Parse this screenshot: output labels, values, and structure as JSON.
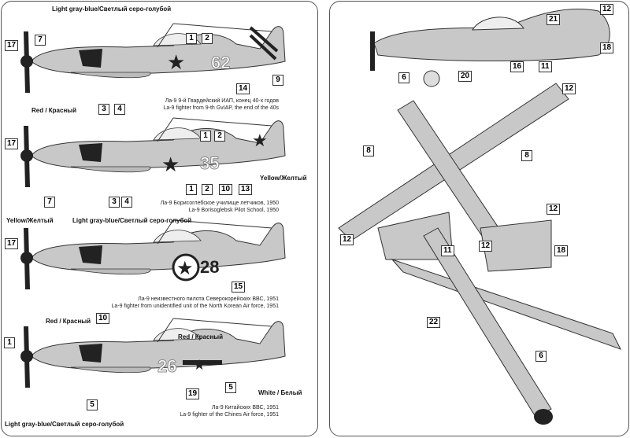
{
  "profiles": [
    {
      "caption_ru": "Ла-9 9-й Гвардейский ИАП, конец 40-х годов",
      "caption_en": "La-9 fighter from 9-th GvIAP, the end of the 40s",
      "marking": "62",
      "colors": {
        "top": "Light gray-blue/Светлый серо-голубой",
        "bottom": "Red / Красный"
      },
      "callouts": [
        "7",
        "17",
        "1",
        "2",
        "3",
        "4",
        "14",
        "9"
      ]
    },
    {
      "caption_ru": "Ла-9 Борисоглебское училище летчиков, 1950",
      "caption_en": "La-9 Borisoglebsk Pilot School, 1950",
      "marking": "35",
      "colors": {
        "right": "Yellow/Желтый",
        "left": "Yellow/Желтый",
        "bottom": "Light gray-blue/Светлый серо-голубой"
      },
      "callouts": [
        "17",
        "7",
        "1",
        "2",
        "1",
        "2",
        "3",
        "4",
        "10",
        "13"
      ]
    },
    {
      "caption_ru": "Ла-9 неизвестного пилота Северокорейских ВВС, 1951",
      "caption_en": "La-9 fighter from unidentified unit of the North Korean Air force, 1951",
      "marking": "28",
      "colors": {
        "bottom": "Red / Красный"
      },
      "callouts": [
        "17",
        "10",
        "15"
      ]
    },
    {
      "caption_ru": "Ла-9 Китайских ВВС, 1951",
      "caption_en": "La-9 fighter of the Chines Air force, 1951",
      "marking": "26",
      "colors": {
        "top": "Red / Красный",
        "right": "White / Белый",
        "bottom": "Light gray-blue/Светлый серо-голубой"
      },
      "callouts": [
        "1",
        "5",
        "19",
        "5"
      ]
    }
  ],
  "plan_views": {
    "callouts": [
      "12",
      "21",
      "18",
      "6",
      "20",
      "16",
      "11",
      "12",
      "8",
      "8",
      "12",
      "12",
      "12",
      "11",
      "18",
      "22",
      "6"
    ]
  },
  "colors": {
    "aircraft": "#c8c8c8",
    "red_star": "#222222",
    "outline": "#333333"
  }
}
